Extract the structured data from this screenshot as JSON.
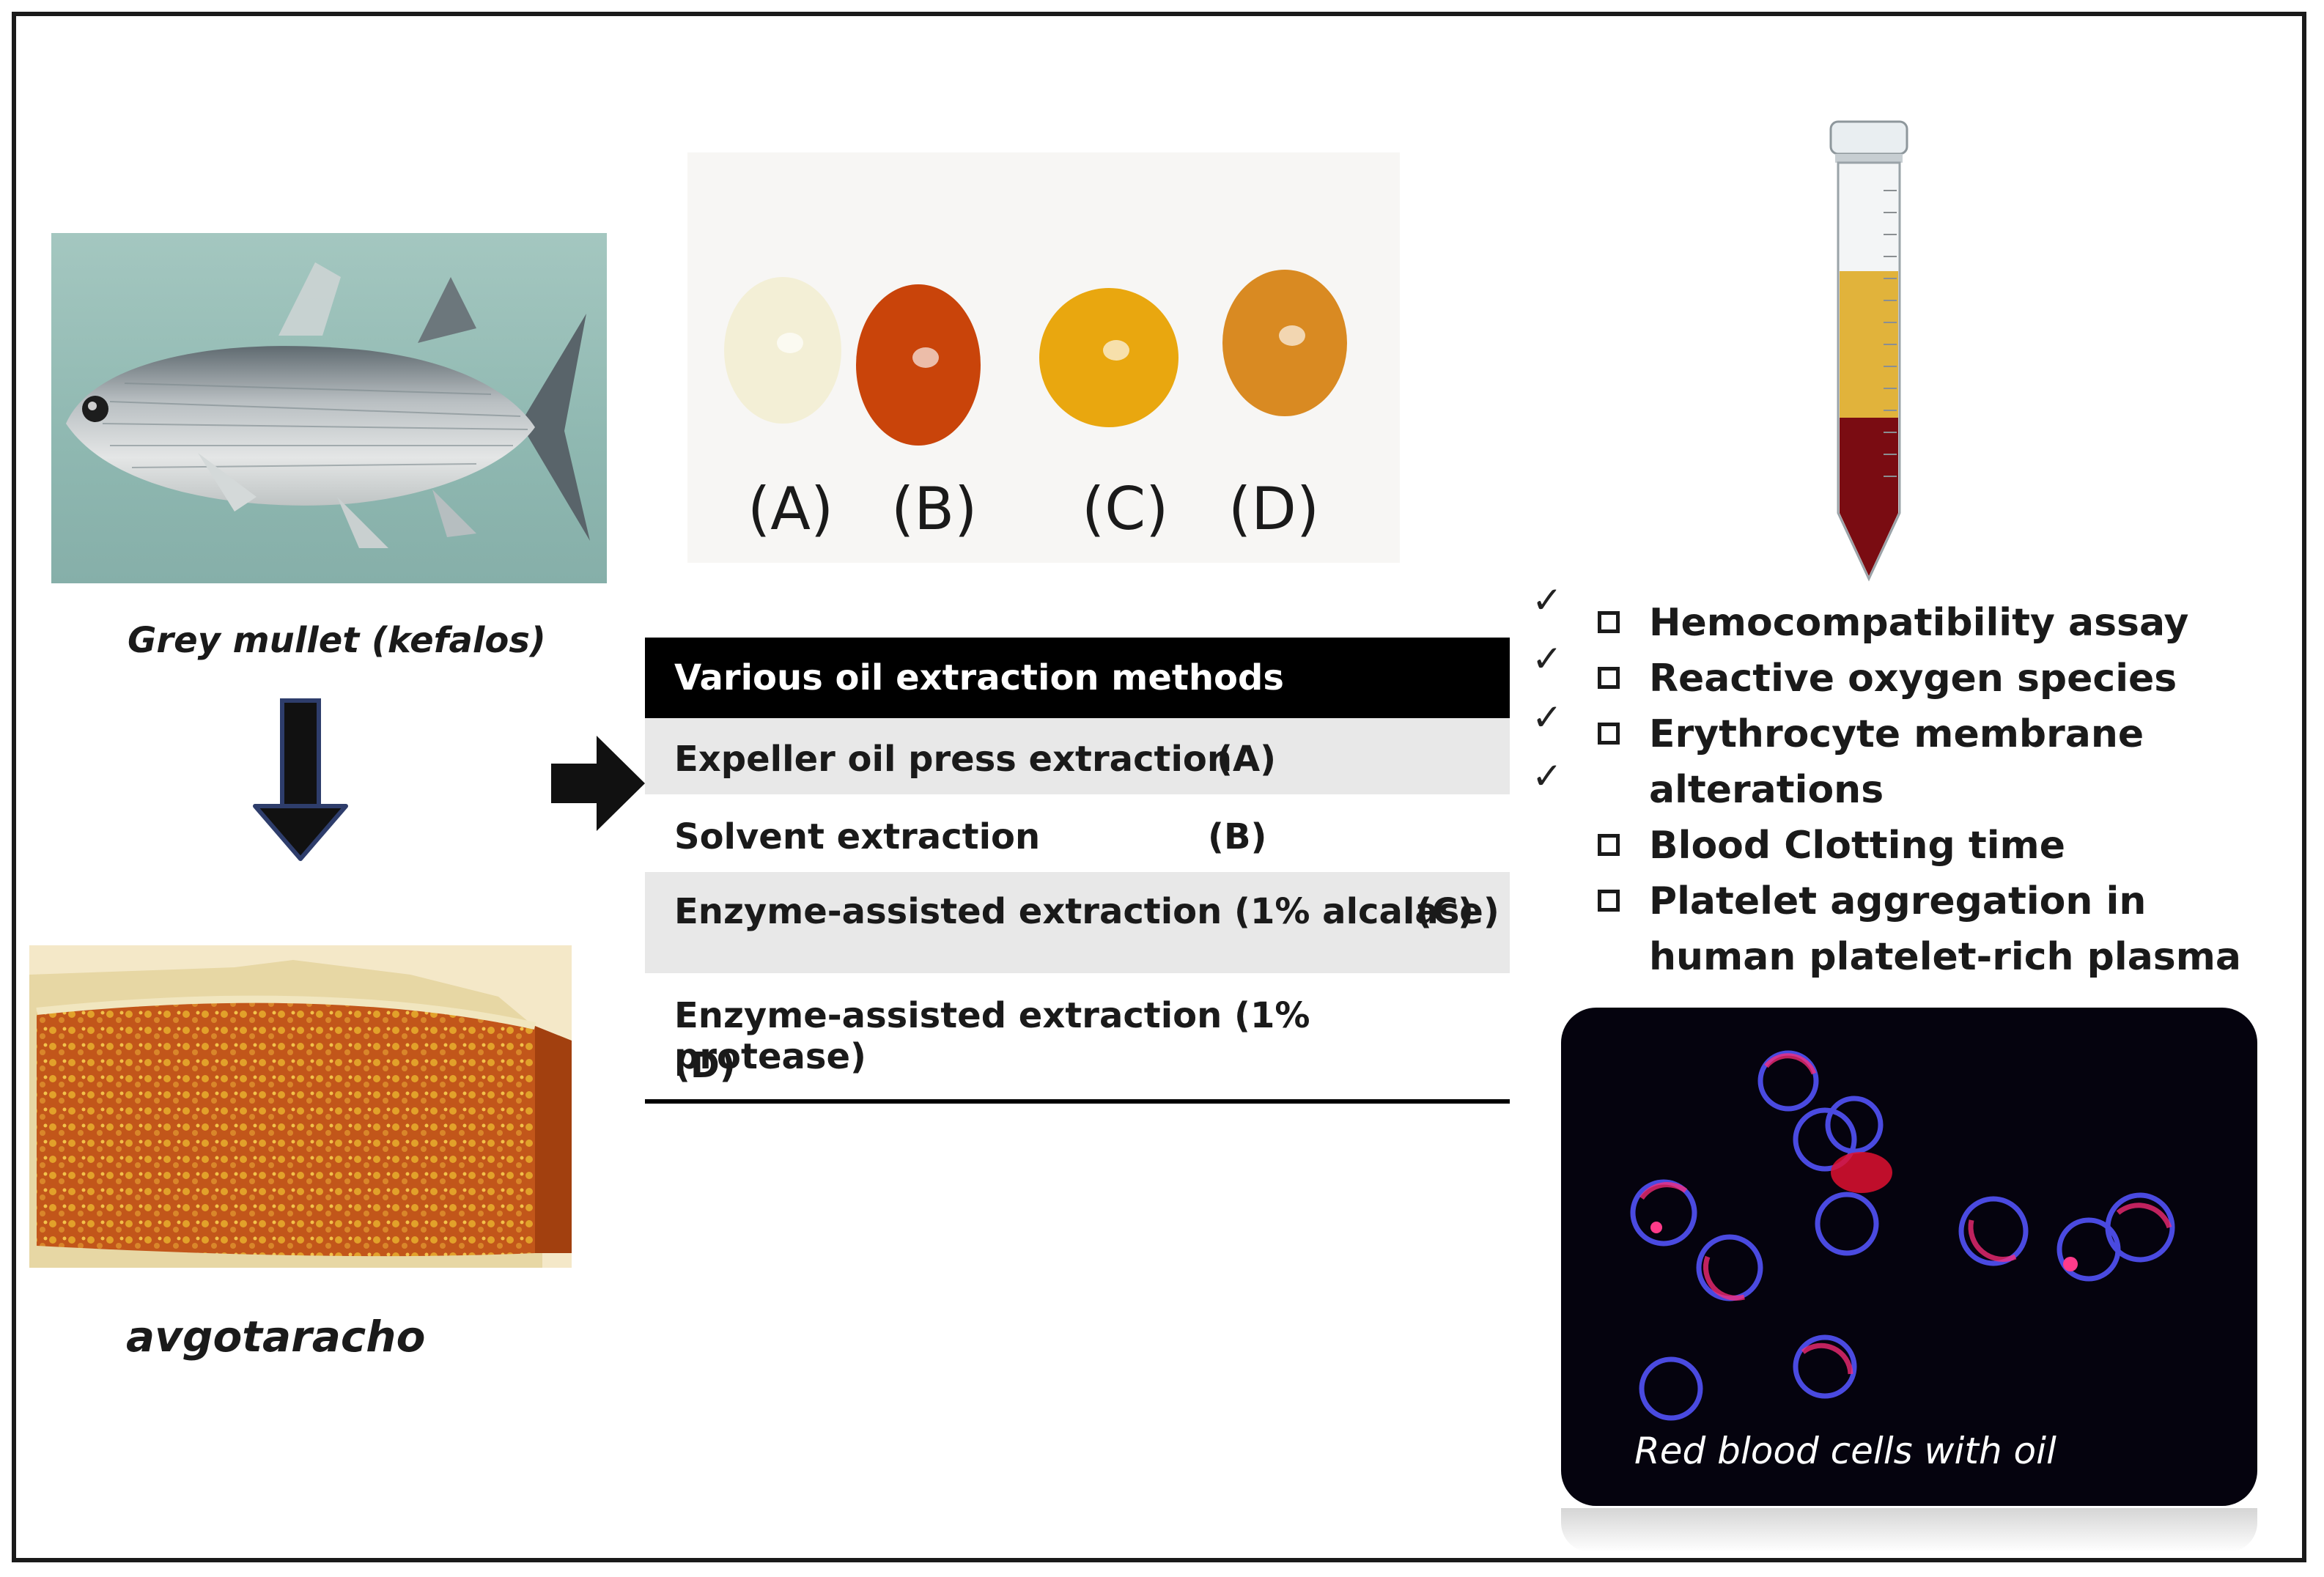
{
  "fish": {
    "caption": "Grey mullet (kefalos)",
    "icon": "grey-mullet-fish-photo"
  },
  "roe": {
    "caption": "avgotaracho",
    "icon": "fish-roe-photo"
  },
  "oil_samples": {
    "labels": [
      "(A)",
      "(B)",
      "(C)",
      "(D)"
    ],
    "colors": [
      "#f3efd6",
      "#c9440a",
      "#e9a70f",
      "#d98a22"
    ]
  },
  "table": {
    "header": "Various oil extraction methods",
    "rows": [
      {
        "method": "Expeller oil press extraction",
        "label": "(A)"
      },
      {
        "method": "Solvent extraction",
        "label": "(B)"
      },
      {
        "method": "Enzyme-assisted extraction (1% alcalase)",
        "label": "(C)"
      },
      {
        "method": "Enzyme-assisted extraction (1% protease)",
        "label": "(D)"
      }
    ]
  },
  "assays": {
    "check_symbol": "✓",
    "items": [
      "Hemocompatibility  assay",
      "Reactive oxygen species",
      "Erythrocyte membrane",
      "alterations",
      "Blood Clotting time",
      "Platelet aggregation in",
      "human platelet-rich plasma"
    ]
  },
  "tube": {
    "icon": "blood-sample-tube",
    "plasma_color": "#e1b33b",
    "blood_color": "#7a0c12"
  },
  "cells": {
    "caption": "Red blood cells with oil",
    "icon": "red-blood-cells-microscopy"
  }
}
